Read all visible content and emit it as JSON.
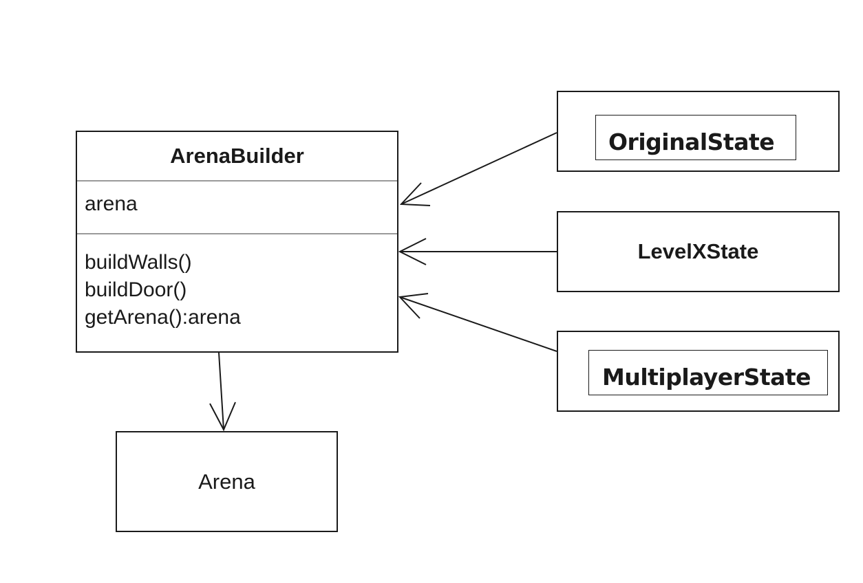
{
  "diagram": {
    "arena_builder": {
      "name": "ArenaBuilder",
      "attributes": [
        "arena"
      ],
      "methods": [
        "buildWalls()",
        "buildDoor()",
        "getArena():arena"
      ]
    },
    "arena": {
      "name": "Arena"
    },
    "states": {
      "original": "OriginalState",
      "level_x": "LevelXState",
      "multiplayer": "MultiplayerState"
    }
  }
}
